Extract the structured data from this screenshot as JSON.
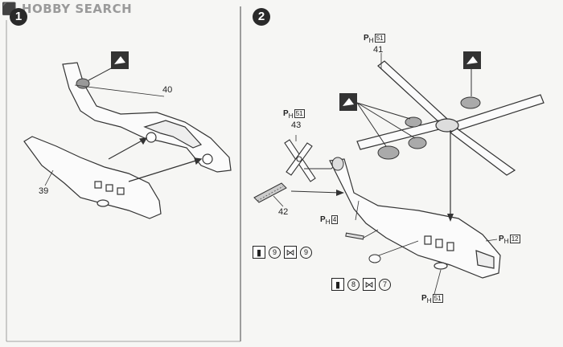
{
  "watermark": {
    "brand": "HOBBY SEARCH"
  },
  "steps": {
    "step1": "1",
    "step2": "2"
  },
  "labels": {
    "part40": "40",
    "part39": "39",
    "part41": "41",
    "part42": "42",
    "part43": "43"
  },
  "paint": {
    "ph_prefix": "P",
    "ph_sub": "H",
    "rotor_top": "51",
    "tail_rotor": "51",
    "tail_fin": "4",
    "nose": "12",
    "wheels": "51"
  },
  "refs": {
    "row1": {
      "a": "9",
      "b": "9"
    },
    "row2": {
      "a": "8",
      "b": "7"
    }
  },
  "colors": {
    "line": "#333333",
    "glue": "#555555",
    "badge": "#2a2a2a"
  }
}
